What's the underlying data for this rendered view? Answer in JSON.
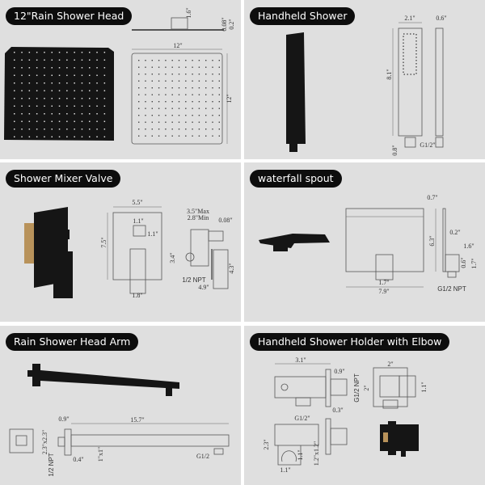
{
  "panels": [
    {
      "title": "12\"Rain Shower Head",
      "dims": {
        "neck_height": "1.6\"",
        "plate_thickness": "0.08\"",
        "edge": "0.2\"",
        "width": "12\"",
        "height": "12\""
      }
    },
    {
      "title": "Handheld Shower",
      "dims": {
        "width": "2.1\"",
        "depth": "0.6\"",
        "length": "8.1\"",
        "connector": "0.8\"",
        "thread": "G1/2\""
      }
    },
    {
      "title": "Shower Mixer Valve",
      "dims": {
        "plate_width": "5.5\"",
        "knob_w": "1.1\"",
        "knob_h": "1.1\"",
        "plate_height": "7.5\"",
        "handle_w": "1.8\"",
        "depth_max": "3.5\"Max",
        "depth_min": "2.8\"Min",
        "plate_thickness": "0.08\"",
        "body_h": "3.4\"",
        "npt": "1/2 NPT",
        "total_depth": "4.9\"",
        "handle_h": "4.3\""
      }
    },
    {
      "title": "waterfall spout",
      "dims": {
        "lip": "0.7\"",
        "height": "6.3\"",
        "thickness": "0.2\"",
        "depth": "1.6\"",
        "inlet_h": "0.6\"",
        "block_h": "1.7\"",
        "block_w": "1.7\"",
        "width": "7.9\"",
        "thread": "G1/2 NPT"
      }
    },
    {
      "title": "Rain Shower Head Arm",
      "dims": {
        "flange_depth": "0.9\"",
        "length": "15.7\"",
        "flange": "2.3\"x2.3\"",
        "npt": "1/2 NPT",
        "offset": "0.4\"",
        "arm_section": "1\"x1\"",
        "thread": "G1/2"
      }
    },
    {
      "title": "Handheld Shower Holder with Elbow",
      "dims": {
        "length": "3.1\"",
        "inlet_len": "0.9\"",
        "npt": "G1/2 NPT",
        "flange_t": "0.3\"",
        "outlet": "G1/2\"",
        "flange_w": "2\"",
        "flange_h": "2\"",
        "body_h": "1.1\"",
        "height": "2.3\"",
        "cradle_h": "1.1\"",
        "section": "1.2\"x1.2\"",
        "cradle_w": "1.1\""
      }
    }
  ]
}
